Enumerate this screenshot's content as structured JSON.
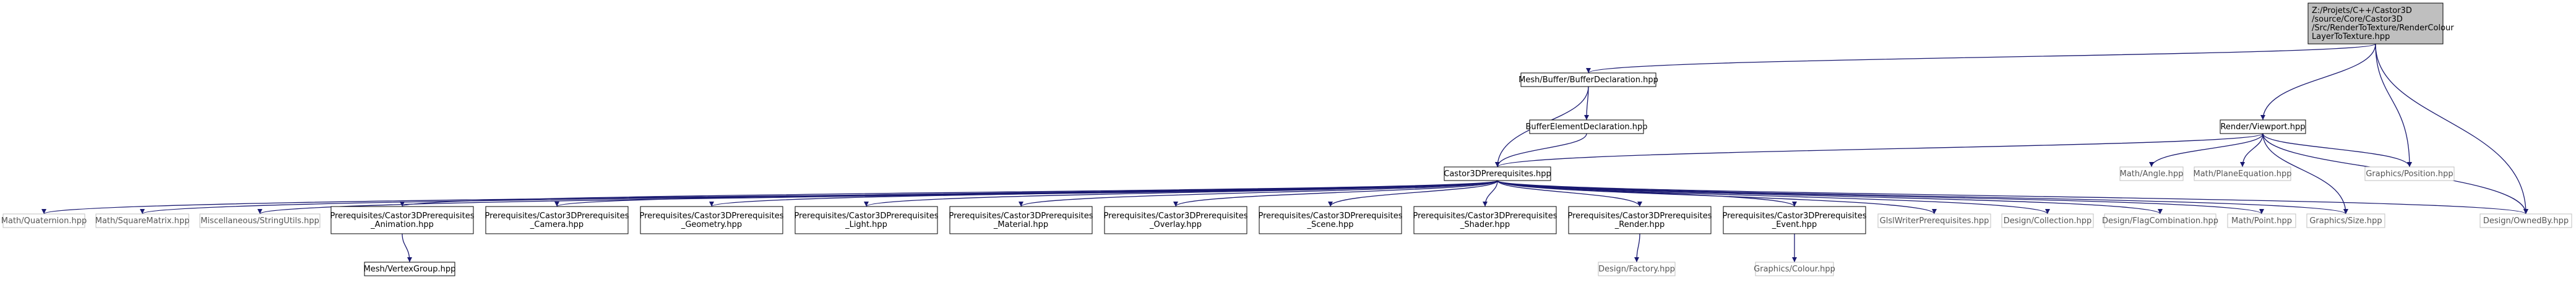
{
  "diagram": {
    "kind": "include-dependency-graph",
    "root": "root",
    "nodes": [
      {
        "id": "root",
        "lines": [
          "Z:/Projets/C++/Castor3D",
          "/source/Core/Castor3D",
          "/Src/RenderToTexture/RenderColour",
          "LayerToTexture.hpp"
        ],
        "style": "root"
      },
      {
        "id": "bufdecl",
        "lines": [
          "Mesh/Buffer/BufferDeclaration.hpp"
        ],
        "style": "internal"
      },
      {
        "id": "viewport",
        "lines": [
          "Render/Viewport.hpp"
        ],
        "style": "internal"
      },
      {
        "id": "bufelem",
        "lines": [
          "BufferElementDeclaration.hpp"
        ],
        "style": "internal"
      },
      {
        "id": "prereq",
        "lines": [
          "Castor3DPrerequisites.hpp"
        ],
        "style": "internal"
      },
      {
        "id": "angle",
        "lines": [
          "Math/Angle.hpp"
        ],
        "style": "external"
      },
      {
        "id": "plane",
        "lines": [
          "Math/PlaneEquation.hpp"
        ],
        "style": "external"
      },
      {
        "id": "gpos",
        "lines": [
          "Graphics/Position.hpp"
        ],
        "style": "external"
      },
      {
        "id": "quat",
        "lines": [
          "Math/Quaternion.hpp"
        ],
        "style": "external"
      },
      {
        "id": "sqmat",
        "lines": [
          "Math/SquareMatrix.hpp"
        ],
        "style": "external"
      },
      {
        "id": "strutils",
        "lines": [
          "Miscellaneous/StringUtils.hpp"
        ],
        "style": "external"
      },
      {
        "id": "anim",
        "lines": [
          "Prerequisites/Castor3DPrerequisites",
          "_Animation.hpp"
        ],
        "style": "internal"
      },
      {
        "id": "camera",
        "lines": [
          "Prerequisites/Castor3DPrerequisites",
          "_Camera.hpp"
        ],
        "style": "internal"
      },
      {
        "id": "geom",
        "lines": [
          "Prerequisites/Castor3DPrerequisites",
          "_Geometry.hpp"
        ],
        "style": "internal"
      },
      {
        "id": "light",
        "lines": [
          "Prerequisites/Castor3DPrerequisites",
          "_Light.hpp"
        ],
        "style": "internal"
      },
      {
        "id": "material",
        "lines": [
          "Prerequisites/Castor3DPrerequisites",
          "_Material.hpp"
        ],
        "style": "internal"
      },
      {
        "id": "overlay",
        "lines": [
          "Prerequisites/Castor3DPrerequisites",
          "_Overlay.hpp"
        ],
        "style": "internal"
      },
      {
        "id": "scene",
        "lines": [
          "Prerequisites/Castor3DPrerequisites",
          "_Scene.hpp"
        ],
        "style": "internal"
      },
      {
        "id": "shader",
        "lines": [
          "Prerequisites/Castor3DPrerequisites",
          "_Shader.hpp"
        ],
        "style": "internal"
      },
      {
        "id": "render",
        "lines": [
          "Prerequisites/Castor3DPrerequisites",
          "_Render.hpp"
        ],
        "style": "internal"
      },
      {
        "id": "event",
        "lines": [
          "Prerequisites/Castor3DPrerequisites",
          "_Event.hpp"
        ],
        "style": "internal"
      },
      {
        "id": "glsl",
        "lines": [
          "GlslWriterPrerequisites.hpp"
        ],
        "style": "external"
      },
      {
        "id": "collection",
        "lines": [
          "Design/Collection.hpp"
        ],
        "style": "external"
      },
      {
        "id": "flagcomb",
        "lines": [
          "Design/FlagCombination.hpp"
        ],
        "style": "external"
      },
      {
        "id": "point",
        "lines": [
          "Math/Point.hpp"
        ],
        "style": "external"
      },
      {
        "id": "gsize",
        "lines": [
          "Graphics/Size.hpp"
        ],
        "style": "external"
      },
      {
        "id": "owned",
        "lines": [
          "Design/OwnedBy.hpp"
        ],
        "style": "external"
      },
      {
        "id": "vgroup",
        "lines": [
          "Mesh/VertexGroup.hpp"
        ],
        "style": "internal"
      },
      {
        "id": "factory",
        "lines": [
          "Design/Factory.hpp"
        ],
        "style": "external"
      },
      {
        "id": "colour",
        "lines": [
          "Graphics/Colour.hpp"
        ],
        "style": "external"
      }
    ],
    "edges": [
      [
        "root",
        "bufdecl"
      ],
      [
        "root",
        "viewport"
      ],
      [
        "root",
        "gpos"
      ],
      [
        "root",
        "owned"
      ],
      [
        "bufdecl",
        "bufelem"
      ],
      [
        "bufdecl",
        "prereq"
      ],
      [
        "bufelem",
        "prereq"
      ],
      [
        "viewport",
        "prereq"
      ],
      [
        "viewport",
        "angle"
      ],
      [
        "viewport",
        "plane"
      ],
      [
        "viewport",
        "gpos"
      ],
      [
        "viewport",
        "gsize"
      ],
      [
        "viewport",
        "owned"
      ],
      [
        "prereq",
        "quat"
      ],
      [
        "prereq",
        "sqmat"
      ],
      [
        "prereq",
        "strutils"
      ],
      [
        "prereq",
        "anim"
      ],
      [
        "prereq",
        "camera"
      ],
      [
        "prereq",
        "geom"
      ],
      [
        "prereq",
        "light"
      ],
      [
        "prereq",
        "material"
      ],
      [
        "prereq",
        "overlay"
      ],
      [
        "prereq",
        "scene"
      ],
      [
        "prereq",
        "shader"
      ],
      [
        "prereq",
        "render"
      ],
      [
        "prereq",
        "event"
      ],
      [
        "prereq",
        "glsl"
      ],
      [
        "prereq",
        "collection"
      ],
      [
        "prereq",
        "flagcomb"
      ],
      [
        "prereq",
        "point"
      ],
      [
        "prereq",
        "gsize"
      ],
      [
        "prereq",
        "owned"
      ],
      [
        "anim",
        "vgroup"
      ],
      [
        "render",
        "factory"
      ],
      [
        "event",
        "colour"
      ]
    ]
  },
  "colors": {
    "edge": "#191970",
    "root_fill": "#bfbfbf",
    "internal_border": "#000000",
    "external_border": "#bfbfbf",
    "internal_text": "#000000",
    "external_text": "#555555"
  }
}
